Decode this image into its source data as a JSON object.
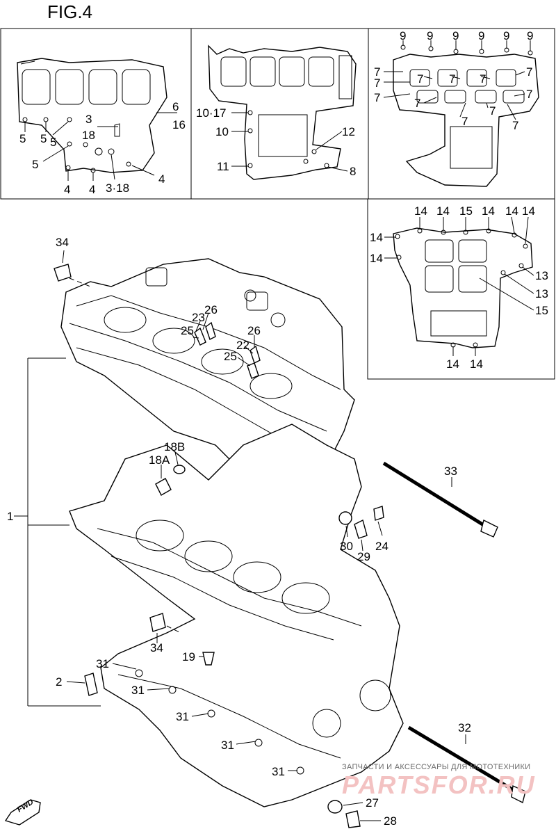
{
  "figure_title": "FIG.4",
  "fwd_mark": "FWD",
  "watermark": {
    "line1": "ЗАПЧАСТИ И АКСЕССУАРЫ ДЛЯ МОТОТЕХНИКИ",
    "line2": "PARTSFOR.RU"
  },
  "callouts": {
    "inset_a": [
      "6",
      "16",
      "3",
      "18",
      "5",
      "5",
      "5",
      "5",
      "4",
      "4",
      "3·18",
      "4"
    ],
    "inset_b": [
      "10·17",
      "10",
      "11",
      "12",
      "8"
    ],
    "inset_c": [
      "9",
      "9",
      "9",
      "9",
      "9",
      "9",
      "7",
      "7",
      "7",
      "7",
      "7",
      "7",
      "7",
      "7",
      "7",
      "7",
      "7",
      "7"
    ],
    "inset_d": [
      "14",
      "14",
      "15",
      "14",
      "14",
      "14",
      "14",
      "14",
      "13",
      "13",
      "15",
      "14",
      "14"
    ],
    "main": [
      "34",
      "26",
      "23",
      "25",
      "26",
      "22",
      "25",
      "18B",
      "18A",
      "1",
      "33",
      "30",
      "24",
      "29",
      "34",
      "19",
      "31",
      "2",
      "31",
      "31",
      "31",
      "31",
      "32",
      "27",
      "28"
    ]
  }
}
